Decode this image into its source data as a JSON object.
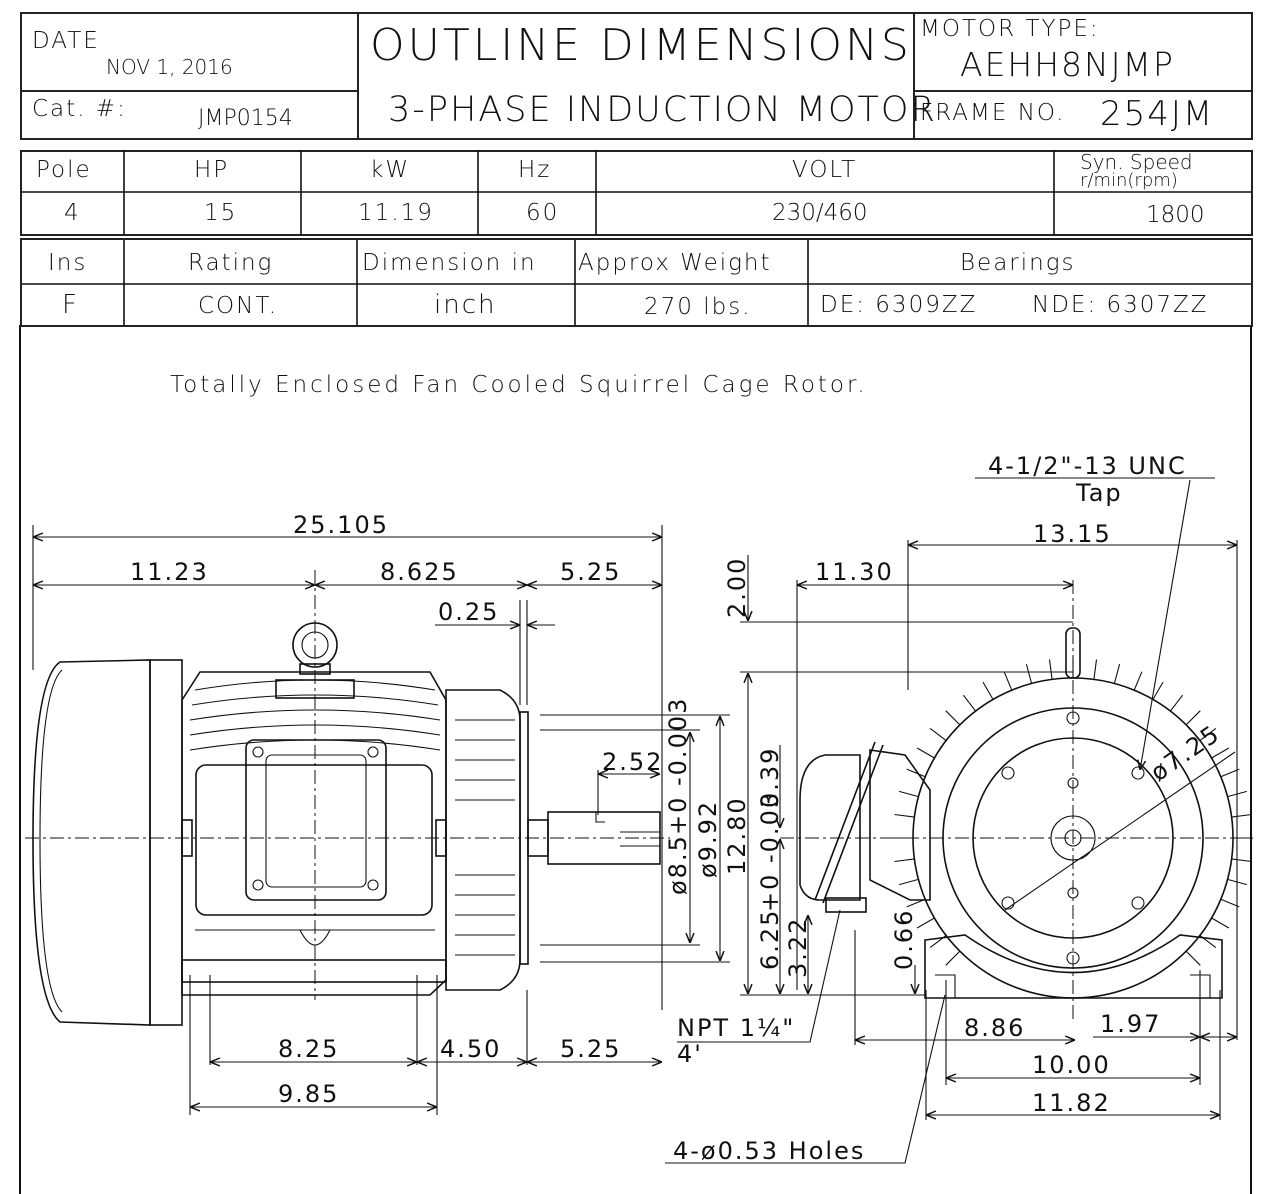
{
  "header": {
    "date_label": "DATE",
    "date_value": "NOV 1, 2016",
    "cat_label": "Cat. #:",
    "cat_value": "JMP0154",
    "title": "OUTLINE DIMENSIONS",
    "subtitle": "3-PHASE INDUCTION MOTOR",
    "motor_type_label": "MOTOR TYPE:",
    "motor_type_value": "AEHH8NJMP",
    "frame_label": "FRAME NO.",
    "frame_value": "254JM"
  },
  "spec_table_1": {
    "headers": [
      "Pole",
      "HP",
      "kW",
      "Hz",
      "VOLT",
      "Syn. Speed",
      "r/min(rpm)"
    ],
    "values": [
      "4",
      "15",
      "11.19",
      "60",
      "230/460",
      "1800"
    ]
  },
  "spec_table_2": {
    "headers": [
      "Ins",
      "Rating",
      "Dimension in",
      "Approx Weight",
      "Bearings"
    ],
    "values": [
      "F",
      "CONT.",
      "inch",
      "270 lbs.",
      "DE: 6309ZZ",
      "NDE: 6307ZZ"
    ]
  },
  "drawing": {
    "caption": "Totally Enclosed Fan Cooled Squirrel Cage Rotor.",
    "dims": {
      "overall_length": "25.105",
      "d_11_23": "11.23",
      "d_8_625": "8.625",
      "d_5_25_top": "5.25",
      "d_0_25": "0.25",
      "d_2_52": "2.52",
      "shaft_dia": "ø8.5",
      "shaft_tol": "+0 -0.003",
      "d_9_92": "ø9.92",
      "d_12_80": "12.80",
      "d_2_00": "2.00",
      "d_0_39": "0.39",
      "d_6_25": "6.25",
      "d_6_25_tol": "+0 -0.03",
      "d_3_22": "3.22",
      "d_0_66": "0.66",
      "d_11_30": "11.30",
      "d_13_15": "13.15",
      "tap_1": "4-1/2\"-13 UNC",
      "tap_2": "Tap",
      "d_7_25": "ø7.25",
      "d_8_25": "8.25",
      "d_4_50": "4.50",
      "d_5_25_bottom": "5.25",
      "d_9_85": "9.85",
      "d_8_86": "8.86",
      "d_1_97": "1.97",
      "d_10_00": "10.00",
      "d_11_82": "11.82",
      "npt_1": "NPT 1¼\"",
      "npt_2": "4'",
      "holes": "4-ø0.53 Holes"
    }
  }
}
